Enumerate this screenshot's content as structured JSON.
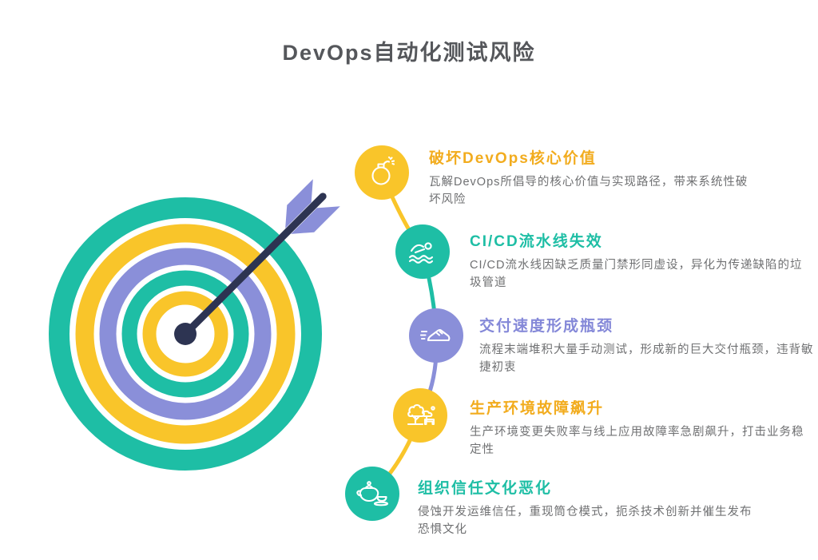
{
  "title": "DevOps自动化测试风险",
  "colors": {
    "teal": "#1EBEA5",
    "yellow": "#F9C52A",
    "yellow_title_text": "#F2AC1E",
    "purple": "#8A8FD9",
    "arrow_navy": "#2D3452",
    "description_gray": "#6F7072",
    "main_title_gray": "#55575B"
  },
  "illustration": "target-with-arrow",
  "items": [
    {
      "icon": "bomb-icon",
      "color": "yellow",
      "title": "破坏DevOps核心价值",
      "description": "瓦解DevOps所倡导的核心价值与实现路径，带来系统性破坏风险"
    },
    {
      "icon": "swimmer-icon",
      "color": "teal",
      "title": "CI/CD流水线失效",
      "description": "CI/CD流水线因缺乏质量门禁形同虚设，异化为传递缺陷的垃圾管道"
    },
    {
      "icon": "running-shoe-icon",
      "color": "purple",
      "title": "交付速度形成瓶颈",
      "description": "流程末端堆积大量手动测试，形成新的巨大交付瓶颈，违背敏捷初衷"
    },
    {
      "icon": "park-trees-icon",
      "color": "yellow",
      "title": "生产环境故障飙升",
      "description": "生产环境变更失败率与线上应用故障率急剧飙升，打击业务稳定性"
    },
    {
      "icon": "teapot-icon",
      "color": "teal",
      "title": "组织信任文化恶化",
      "description": "侵蚀开发运维信任，重现筒仓模式，扼杀技术创新并催生发布恐惧文化"
    }
  ]
}
